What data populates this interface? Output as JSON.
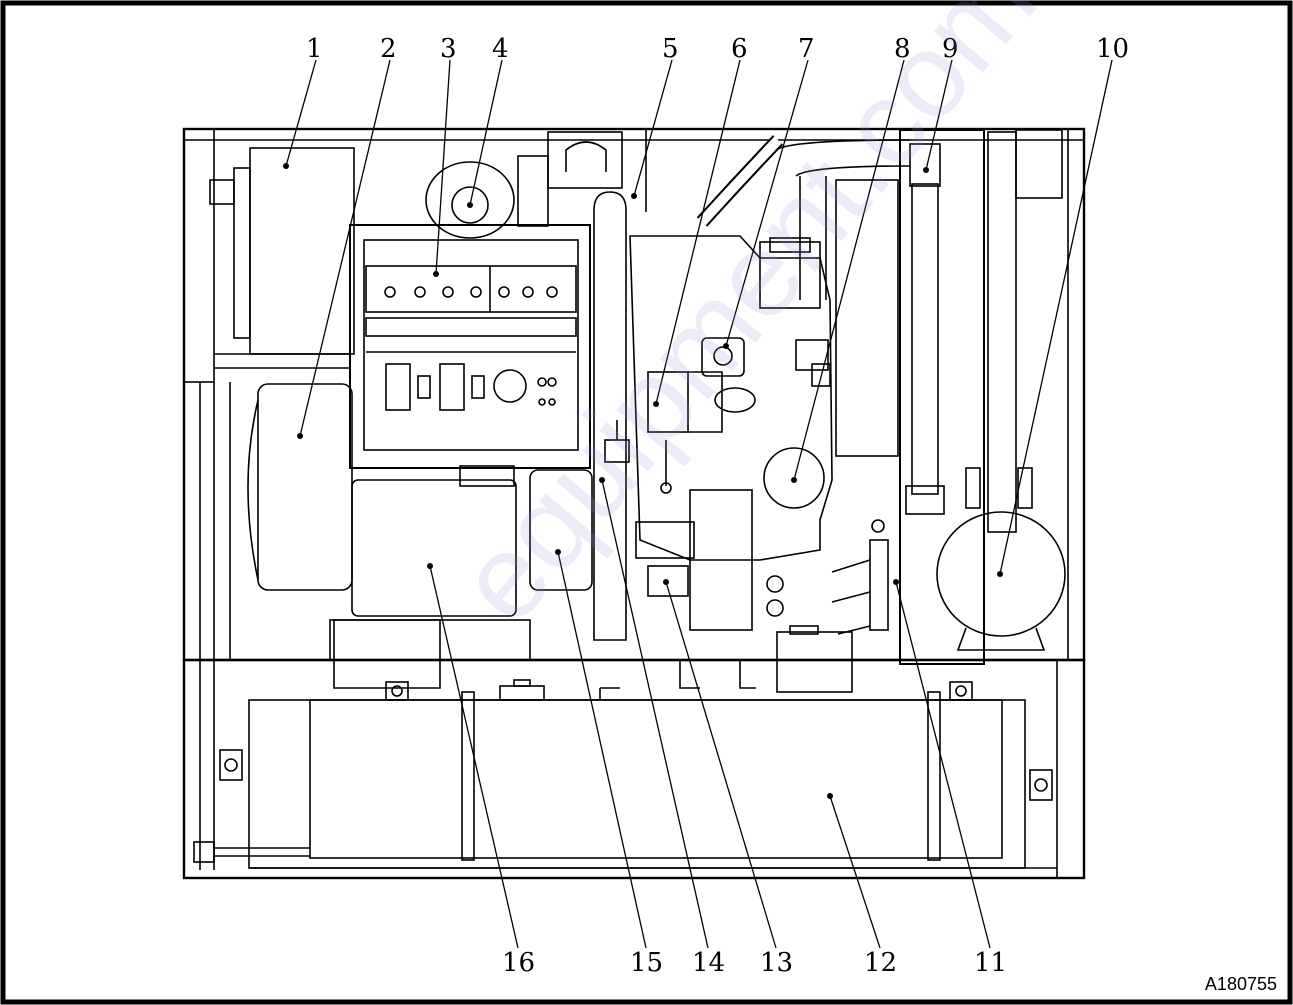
{
  "figure": {
    "code": "A180755",
    "watermark": "equipment.com to order your m"
  },
  "callouts": [
    "1",
    "2",
    "3",
    "4",
    "5",
    "6",
    "7",
    "8",
    "9",
    "10",
    "11",
    "12",
    "13",
    "14",
    "15",
    "16"
  ],
  "colors": {
    "ink": "#000000",
    "watermark": "#9696dc"
  }
}
